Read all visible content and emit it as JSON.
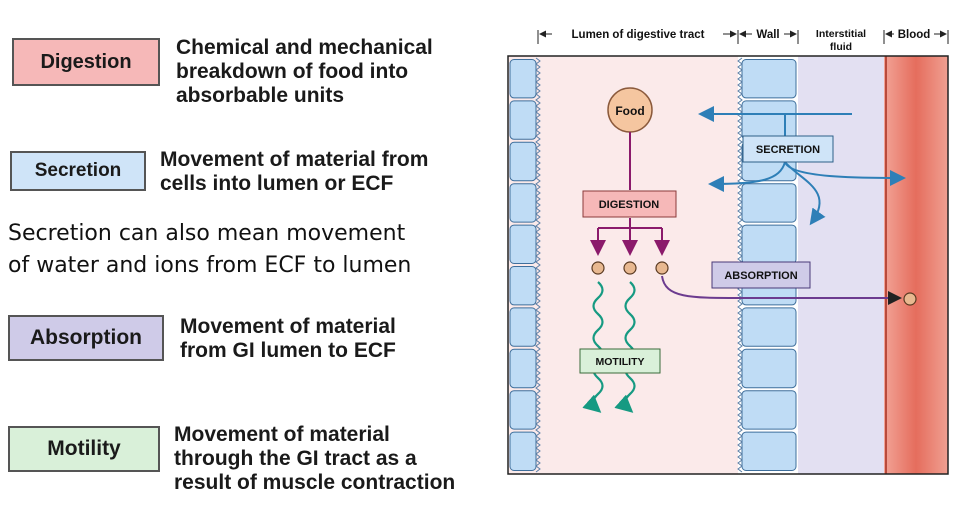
{
  "terms": [
    {
      "label": "Digestion",
      "description": "Chemical and mechanical\nbreakdown of food into\nabsorbable units",
      "color": "#f6b8b8"
    },
    {
      "label": "Secretion",
      "description": "Movement of material from\ncells into lumen or ECF",
      "color": "#cfe4f8"
    },
    {
      "label": "Absorption",
      "description": "Movement of material\nfrom GI lumen to ECF",
      "color": "#cfcbe8"
    },
    {
      "label": "Motility",
      "description": "Movement of material\nthrough the GI tract as a\nresult of muscle contraction",
      "color": "#d9f0d9"
    }
  ],
  "note": "Secretion can also mean movement\nof water and ions from ECF to lumen",
  "diagram": {
    "regions": {
      "lumen": "Lumen of digestive tract",
      "wall": "Wall",
      "interstitial_line1": "Interstitial",
      "interstitial_line2": "fluid",
      "blood": "Blood"
    },
    "food": "Food",
    "labels": {
      "secretion": "SECRETION",
      "digestion": "DIGESTION",
      "absorption": "ABSORPTION",
      "motility": "MOTILITY"
    },
    "colors": {
      "lumen": "#fbeaea",
      "cells": "#bfdcf5",
      "interstitial": "#e3e0f2",
      "blood": "#e97b6c",
      "secretion_arrow": "#2e7fb7",
      "digestion_arrow": "#8b1a6b",
      "absorption_arrow": "#6c3b8f",
      "motility_arrow": "#169a82",
      "food": "#f5c6a0"
    }
  }
}
